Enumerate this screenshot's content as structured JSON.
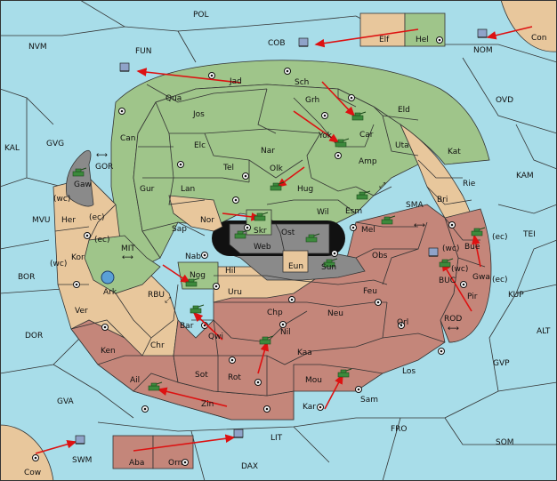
{
  "map": {
    "title": "",
    "colors": {
      "sea": "#a8dde9",
      "green": "#9fc58a",
      "tan": "#e8c79c",
      "red": "#c4867a",
      "grey": "#8a8a8a",
      "arrow": "#d11111"
    },
    "labels": {
      "POL": "POL",
      "NVM": "NVM",
      "FUN": "FUN",
      "COB": "COB",
      "Elf": "Elf",
      "Hel": "Hel",
      "NOM": "NOM",
      "Con": "Con",
      "KAL": "KAL",
      "GVG": "GVG",
      "GOR": "GOR",
      "Gaw": "Gaw",
      "wc1": "(wc)",
      "ec1": "(ec)",
      "MVU": "MVU",
      "Her": "Her",
      "Kor": "Kor",
      "wc2": "(wc)",
      "ec2": "(ec)",
      "MIT": "MIT",
      "BOR": "BOR",
      "Ark": "Ark",
      "Ver": "Ver",
      "DOR": "DOR",
      "Ken": "Ken",
      "Chr": "Chr",
      "RBU": "RBU",
      "Ail": "Ail",
      "GVA": "GVA",
      "Zin": "Zin",
      "Cow": "Cow",
      "SWM": "SWM",
      "Aba": "Aba",
      "Orn": "Orn",
      "LIT": "LIT",
      "DAX": "DAX",
      "Jad": "Jad",
      "Sch": "Sch",
      "Qua": "Qua",
      "Jos": "Jos",
      "Grh": "Grh",
      "Eld": "Eld",
      "OVD": "OVD",
      "Can": "Can",
      "Car": "Car",
      "Elc": "Elc",
      "Nar": "Nar",
      "Yok": "Yok",
      "Uta": "Uta",
      "Kat": "Kat",
      "Amp": "Amp",
      "Tel": "Tel",
      "Olk": "Olk",
      "Gur": "Gur",
      "Lan": "Lan",
      "Hug": "Hug",
      "KAM": "KAM",
      "Rie": "Rie",
      "Bri": "Bri",
      "SMA": "SMA",
      "Esm": "Esm",
      "Wil": "Wil",
      "Nor": "Nor",
      "Skr": "Skr",
      "Sap": "Sap",
      "Ost": "Ost",
      "Web": "Web",
      "Mel": "Mel",
      "TEI": "TEI",
      "Bue": "Bue",
      "ec3": "(ec)",
      "wc3": "(wc)",
      "Nab": "Nab",
      "Eun": "Eun",
      "Sun": "Sun",
      "Obs": "Obs",
      "Gwa": "Gwa",
      "ec4": "(ec)",
      "wc4": "(wc)",
      "BUC": "BUC",
      "KUP": "KUP",
      "Nog": "Nog",
      "Hil": "Hil",
      "Uru": "Uru",
      "Feu": "Feu",
      "Pir": "Pir",
      "Chp": "Chp",
      "Neu": "Neu",
      "Orl": "Orl",
      "ROD": "ROD",
      "ALT": "ALT",
      "Bar": "Bar",
      "Qwi": "Qwi",
      "Nil": "Nil",
      "Kaa": "Kaa",
      "Los": "Los",
      "GVP": "GVP",
      "Sot": "Sot",
      "Rot": "Rot",
      "Mou": "Mou",
      "Kar": "Kar",
      "Sam": "Sam",
      "FRO": "FRO",
      "SOM": "SOM"
    }
  }
}
